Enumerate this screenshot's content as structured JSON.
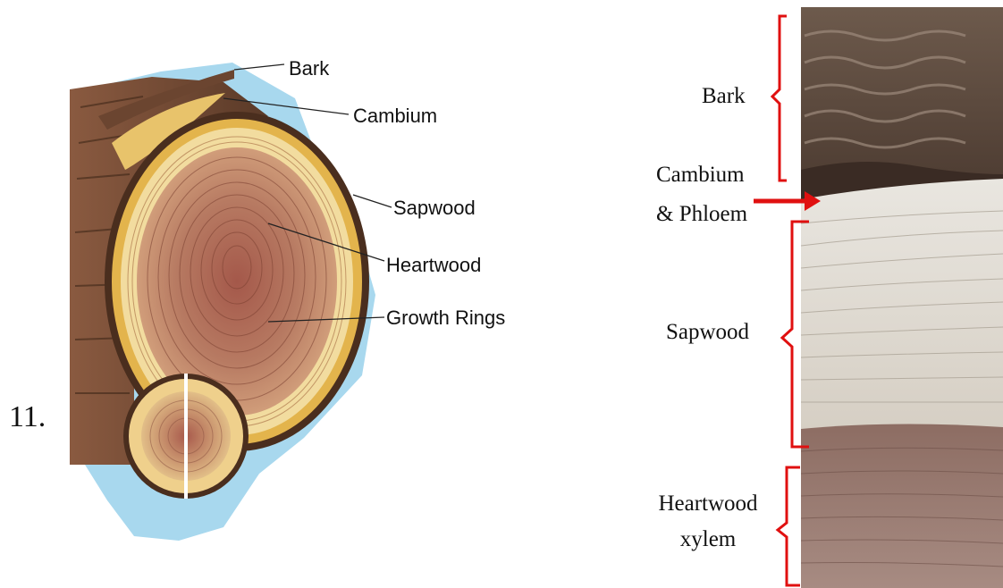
{
  "question_number": "11.",
  "left_diagram": {
    "labels": {
      "bark": "Bark",
      "cambium": "Cambium",
      "sapwood": "Sapwood",
      "heartwood": "Heartwood",
      "growth_rings": "Growth Rings"
    }
  },
  "right_photo": {
    "labels": {
      "bark": "Bark",
      "cambium_line1": "Cambium",
      "cambium_line2": "& Phloem",
      "sapwood": "Sapwood",
      "heartwood_line1": "Heartwood",
      "heartwood_line2": "xylem"
    }
  },
  "colors": {
    "bracket": "#e01010",
    "halo": "#9fd4ee",
    "sapwood": "#f0d79a",
    "heartwood": "#b5715d",
    "bark": "#6b4530"
  }
}
